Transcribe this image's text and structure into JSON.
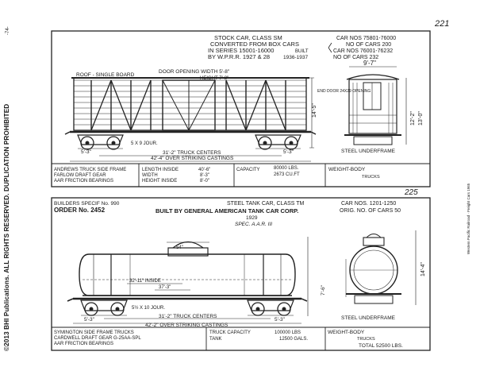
{
  "page": {
    "left_page_number": "-74-",
    "copyright": "©2013 BHI Publications. ALL RIGHTS RESERVED. DUPLICATION PROHIBITED",
    "right_edge_note": "Western Pacific Railroad · Freight Cars 1965",
    "page_number_top": "221",
    "page_number_bottom": "225"
  },
  "stock_car": {
    "title": "STOCK CAR, CLASS SM",
    "subtitle1": "CONVERTED FROM BOX CARS",
    "subtitle2": "IN SERIES 15001-16000",
    "subtitle3": "BY W.P.R.R. 1927 & 28",
    "built_label": "BUILT",
    "built_years": "1936-1937",
    "car_nos_1": "CAR NOS 75801-76000",
    "cars_count_1": "NO OF CARS 200",
    "car_nos_2": "CAR NOS 76001-76232",
    "cars_count_2": "NO OF CARS 232",
    "roof_label": "ROOF - SINGLE BOARD",
    "door_label": "DOOR OPENING WIDTH 5'-8\"",
    "door_height": "HEIGHT 7'-8\"",
    "end_door_label": "END DOOR 24X29 OPENING",
    "height_overall": "14'-5\"",
    "end_width": "9'-7\"",
    "end_height_1": "12'-2\"",
    "end_height_2": "13'-0\"",
    "journal": "5 X 9 JOUR.",
    "wheelbase_left": "5'-3\"",
    "wheelbase_right": "5'-3\"",
    "truck_centers": "31'-2\" TRUCK CENTERS",
    "over_castings": "42'-4\" OVER STRIKING CASTINGS",
    "underframe": "STEEL UNDERFRAME",
    "spec_trucks": "ANDREWS TRUCK SIDE FRAME",
    "spec_gear": "FARLOW DRAFT GEAR",
    "spec_bearings": "AAR FRICTION BEARINGS",
    "length_label": "LENGTH INSIDE",
    "length_value": "40'-6\"",
    "width_label": "WIDTH",
    "width_value": "8'-3\"",
    "height_label": "HEIGHT INSIDE",
    "height_value": "8'-0\"",
    "capacity_label": "CAPACITY",
    "capacity_lbs": "80000 LBS.",
    "capacity_cuft": "2673 CU.FT",
    "weight_label": "WEIGHT-BODY",
    "weight_sub": "TRUCKS"
  },
  "tank_car": {
    "builders_spec": "BUILDERS SPECIF No. 990",
    "order_no": "ORDER No. 2452",
    "title": "STEEL TANK CAR, CLASS TM",
    "builder": "BUILT BY GENERAL AMERICAN TANK CAR CORP.",
    "year": "1929",
    "spec": "SPEC. A.A.R. III",
    "car_nos": "CAR NOS. 1201-1250",
    "orig_cars": "ORIG. NO. OF CARS 50",
    "dome_label": "54\"",
    "inside_diameter": "32'-11\" INSIDE",
    "inside_length": "37'-3\"",
    "journal": "5½ X 10 JOUR.",
    "height_right": "14'-4\"",
    "height_dome": "7'-6\"",
    "wheelbase_left": "5'-3\"",
    "wheelbase_right": "5'-3\"",
    "truck_centers": "31'-2\" TRUCK CENTERS",
    "over_castings": "42'-2\" OVER STRIKING CASTINGS",
    "underframe": "STEEL UNDERFRAME",
    "spec_trucks": "SYMINGTON SIDE FRAME TRUCKS",
    "spec_gear": "CARDWELL DRAFT GEAR G-25AA-SPL",
    "spec_bearings": "AAR FRICTION BEARINGS",
    "capacity_label": "TRUCK CAPACITY",
    "capacity_lbs": "100000 LBS",
    "tank_label": "TANK",
    "tank_value": "12500 GALS.",
    "weight_label": "WEIGHT-BODY",
    "weight_trucks": "TRUCKS",
    "total_weight": "TOTAL 52500 LBS."
  }
}
